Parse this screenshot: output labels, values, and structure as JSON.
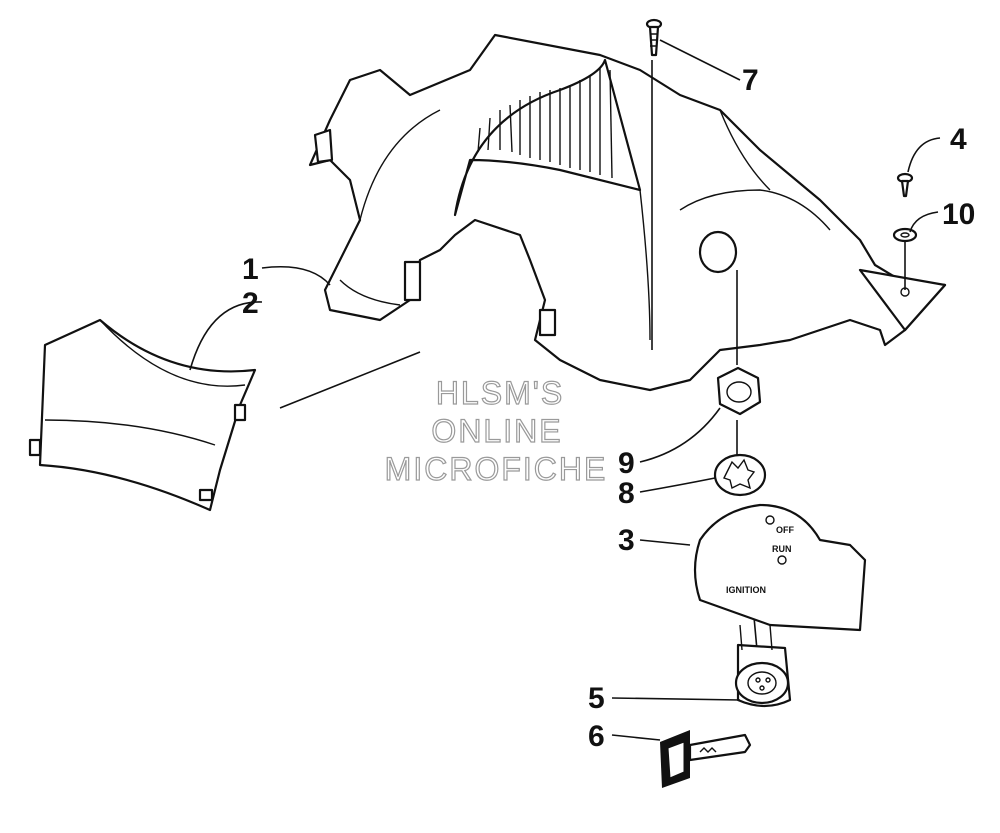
{
  "diagram": {
    "callouts": [
      {
        "id": "1",
        "label": "1"
      },
      {
        "id": "2",
        "label": "2"
      },
      {
        "id": "3",
        "label": "3"
      },
      {
        "id": "4",
        "label": "4"
      },
      {
        "id": "5",
        "label": "5"
      },
      {
        "id": "6",
        "label": "6"
      },
      {
        "id": "7",
        "label": "7"
      },
      {
        "id": "8",
        "label": "8"
      },
      {
        "id": "9",
        "label": "9"
      },
      {
        "id": "10",
        "label": "10"
      }
    ],
    "watermark": {
      "line1": "HLSM'S",
      "line2": "ONLINE",
      "line3": "MICROFICHE"
    },
    "decal": {
      "off": "OFF",
      "run": "RUN",
      "ignition": "IGNITION"
    }
  }
}
